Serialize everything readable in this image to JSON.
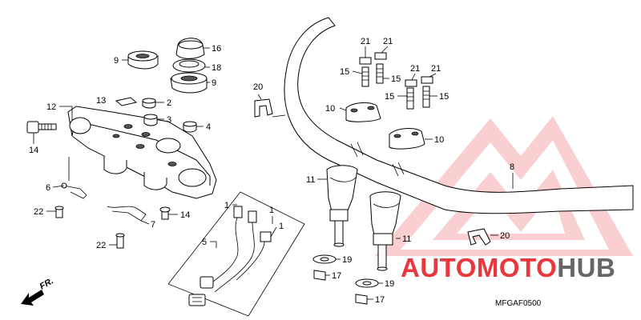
{
  "diagram": {
    "callouts": [
      {
        "id": "c16",
        "text": "16"
      },
      {
        "id": "c9a",
        "text": "9"
      },
      {
        "id": "c18",
        "text": "18"
      },
      {
        "id": "c9b",
        "text": "9"
      },
      {
        "id": "c13",
        "text": "13"
      },
      {
        "id": "c2",
        "text": "2"
      },
      {
        "id": "c12",
        "text": "12"
      },
      {
        "id": "c3",
        "text": "3"
      },
      {
        "id": "c4",
        "text": "4"
      },
      {
        "id": "c14a",
        "text": "14"
      },
      {
        "id": "c6",
        "text": "6"
      },
      {
        "id": "c22a",
        "text": "22"
      },
      {
        "id": "c7",
        "text": "7"
      },
      {
        "id": "c14b",
        "text": "14"
      },
      {
        "id": "c22b",
        "text": "22"
      },
      {
        "id": "c1a",
        "text": "1"
      },
      {
        "id": "c1b",
        "text": "1"
      },
      {
        "id": "c1c",
        "text": "1"
      },
      {
        "id": "c5",
        "text": "5"
      },
      {
        "id": "c20a",
        "text": "20"
      },
      {
        "id": "c21a",
        "text": "21"
      },
      {
        "id": "c21b",
        "text": "21"
      },
      {
        "id": "c15a",
        "text": "15"
      },
      {
        "id": "c15b",
        "text": "15"
      },
      {
        "id": "c21c",
        "text": "21"
      },
      {
        "id": "c21d",
        "text": "21"
      },
      {
        "id": "c15c",
        "text": "15"
      },
      {
        "id": "c15d",
        "text": "15"
      },
      {
        "id": "c10a",
        "text": "10"
      },
      {
        "id": "c10b",
        "text": "10"
      },
      {
        "id": "c8",
        "text": "8"
      },
      {
        "id": "c11a",
        "text": "11"
      },
      {
        "id": "c11b",
        "text": "11"
      },
      {
        "id": "c20b",
        "text": "20"
      },
      {
        "id": "c19a",
        "text": "19"
      },
      {
        "id": "c17a",
        "text": "17"
      },
      {
        "id": "c19b",
        "text": "19"
      },
      {
        "id": "c17b",
        "text": "17"
      }
    ],
    "front_arrow_label": "FR.",
    "diagram_code": "MFGAF0500"
  },
  "watermark": {
    "brand_part1": "AUTO",
    "brand_part2": "MOTO",
    "brand_part3": "HUB",
    "color_red": "#e8383d",
    "color_gray": "#666666"
  }
}
